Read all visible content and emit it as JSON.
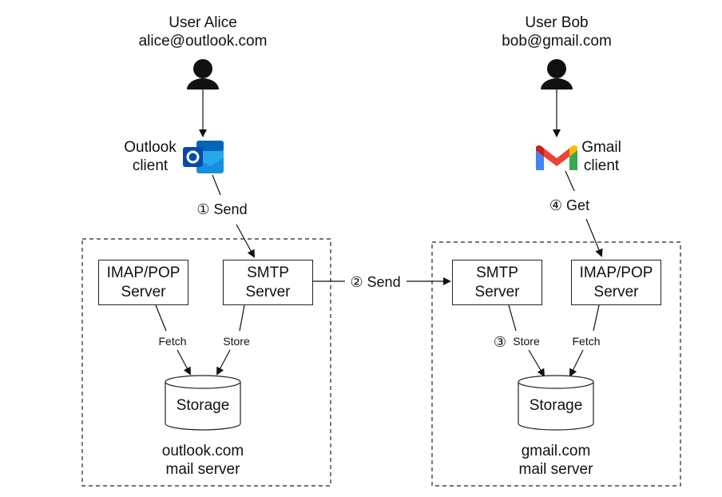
{
  "users": {
    "alice": {
      "title": "User Alice",
      "email": "alice@outlook.com",
      "icon": "user-icon"
    },
    "bob": {
      "title": "User Bob",
      "email": "bob@gmail.com",
      "icon": "user-icon"
    }
  },
  "clients": {
    "outlook": {
      "line1": "Outlook",
      "line2": "client",
      "icon": "outlook-logo-icon"
    },
    "gmail": {
      "line1": "Gmail",
      "line2": "client",
      "icon": "gmail-logo-icon"
    }
  },
  "steps": {
    "s1": "① Send",
    "s2": "② Send",
    "s3": "③",
    "s4": "④ Get"
  },
  "outlook_server": {
    "imap_line1": "IMAP/POP",
    "imap_line2": "Server",
    "smtp_line1": "SMTP",
    "smtp_line2": "Server",
    "fetch": "Fetch",
    "store": "Store",
    "storage": "Storage",
    "caption1": "outlook.com",
    "caption2": "mail server"
  },
  "gmail_server": {
    "smtp_line1": "SMTP",
    "smtp_line2": "Server",
    "imap_line1": "IMAP/POP",
    "imap_line2": "Server",
    "store": "Store",
    "fetch": "Fetch",
    "storage": "Storage",
    "caption1": "gmail.com",
    "caption2": "mail server"
  },
  "colors": {
    "outlook_dark": "#0a4aa6",
    "outlook_light": "#28a8ea",
    "gmail_red": "#ea4335",
    "gmail_blue": "#4285f4",
    "gmail_green": "#34a853",
    "gmail_yellow": "#fbbc04",
    "stroke": "#222222"
  }
}
